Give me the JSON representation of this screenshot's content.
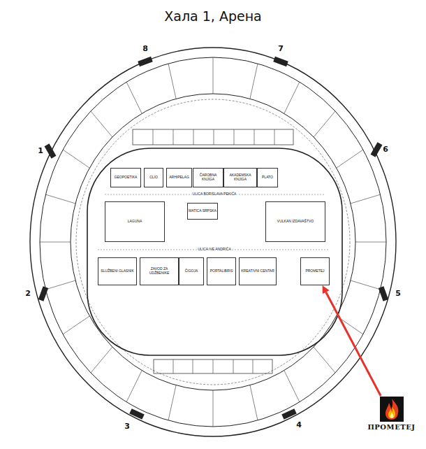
{
  "diagram": {
    "title": "Хала 1, Арена",
    "nodes": [
      {
        "text": [
          "GEOPOETIKA"
        ]
      },
      {
        "text": [
          "CLIO"
        ]
      },
      {
        "text": [
          "ARHIPELAG"
        ]
      },
      {
        "text": [
          "ČAROBNA KNJIGA"
        ]
      },
      {
        "text": [
          "AKADEMSKA KNJIGA"
        ]
      },
      {
        "text": [
          "PLATO"
        ]
      },
      {
        "text": [
          "LAGUNA"
        ]
      },
      {
        "text": [
          "MATICA SRPSKA"
        ]
      },
      {
        "text": [
          "VULKAN IZDAVAŠTVO"
        ]
      },
      {
        "text": [
          "SLUŽBENI GLASNIK"
        ]
      },
      {
        "text": [
          "ZAVOD ZA UDŽBENIKE"
        ]
      },
      {
        "text": [
          "ČIGOJA"
        ]
      },
      {
        "text": [
          "PORTALIBRIS"
        ]
      },
      {
        "text": [
          "KREATIVNI CENTAR"
        ]
      },
      {
        "text": [
          "PROMETEJ"
        ]
      },
      {
        "text": [
          "ПРОМЕТЕЈ"
        ]
      }
    ],
    "edges": [
      {
        "from": 15,
        "to": 14,
        "arrow": "to"
      }
    ],
    "labels": [
      "ULICA BORISLAVA PEKIĆA",
      "ULICA IVE ANDRIĆA",
      "1",
      "2",
      "3",
      "4",
      "5",
      "6",
      "7",
      "8"
    ]
  }
}
